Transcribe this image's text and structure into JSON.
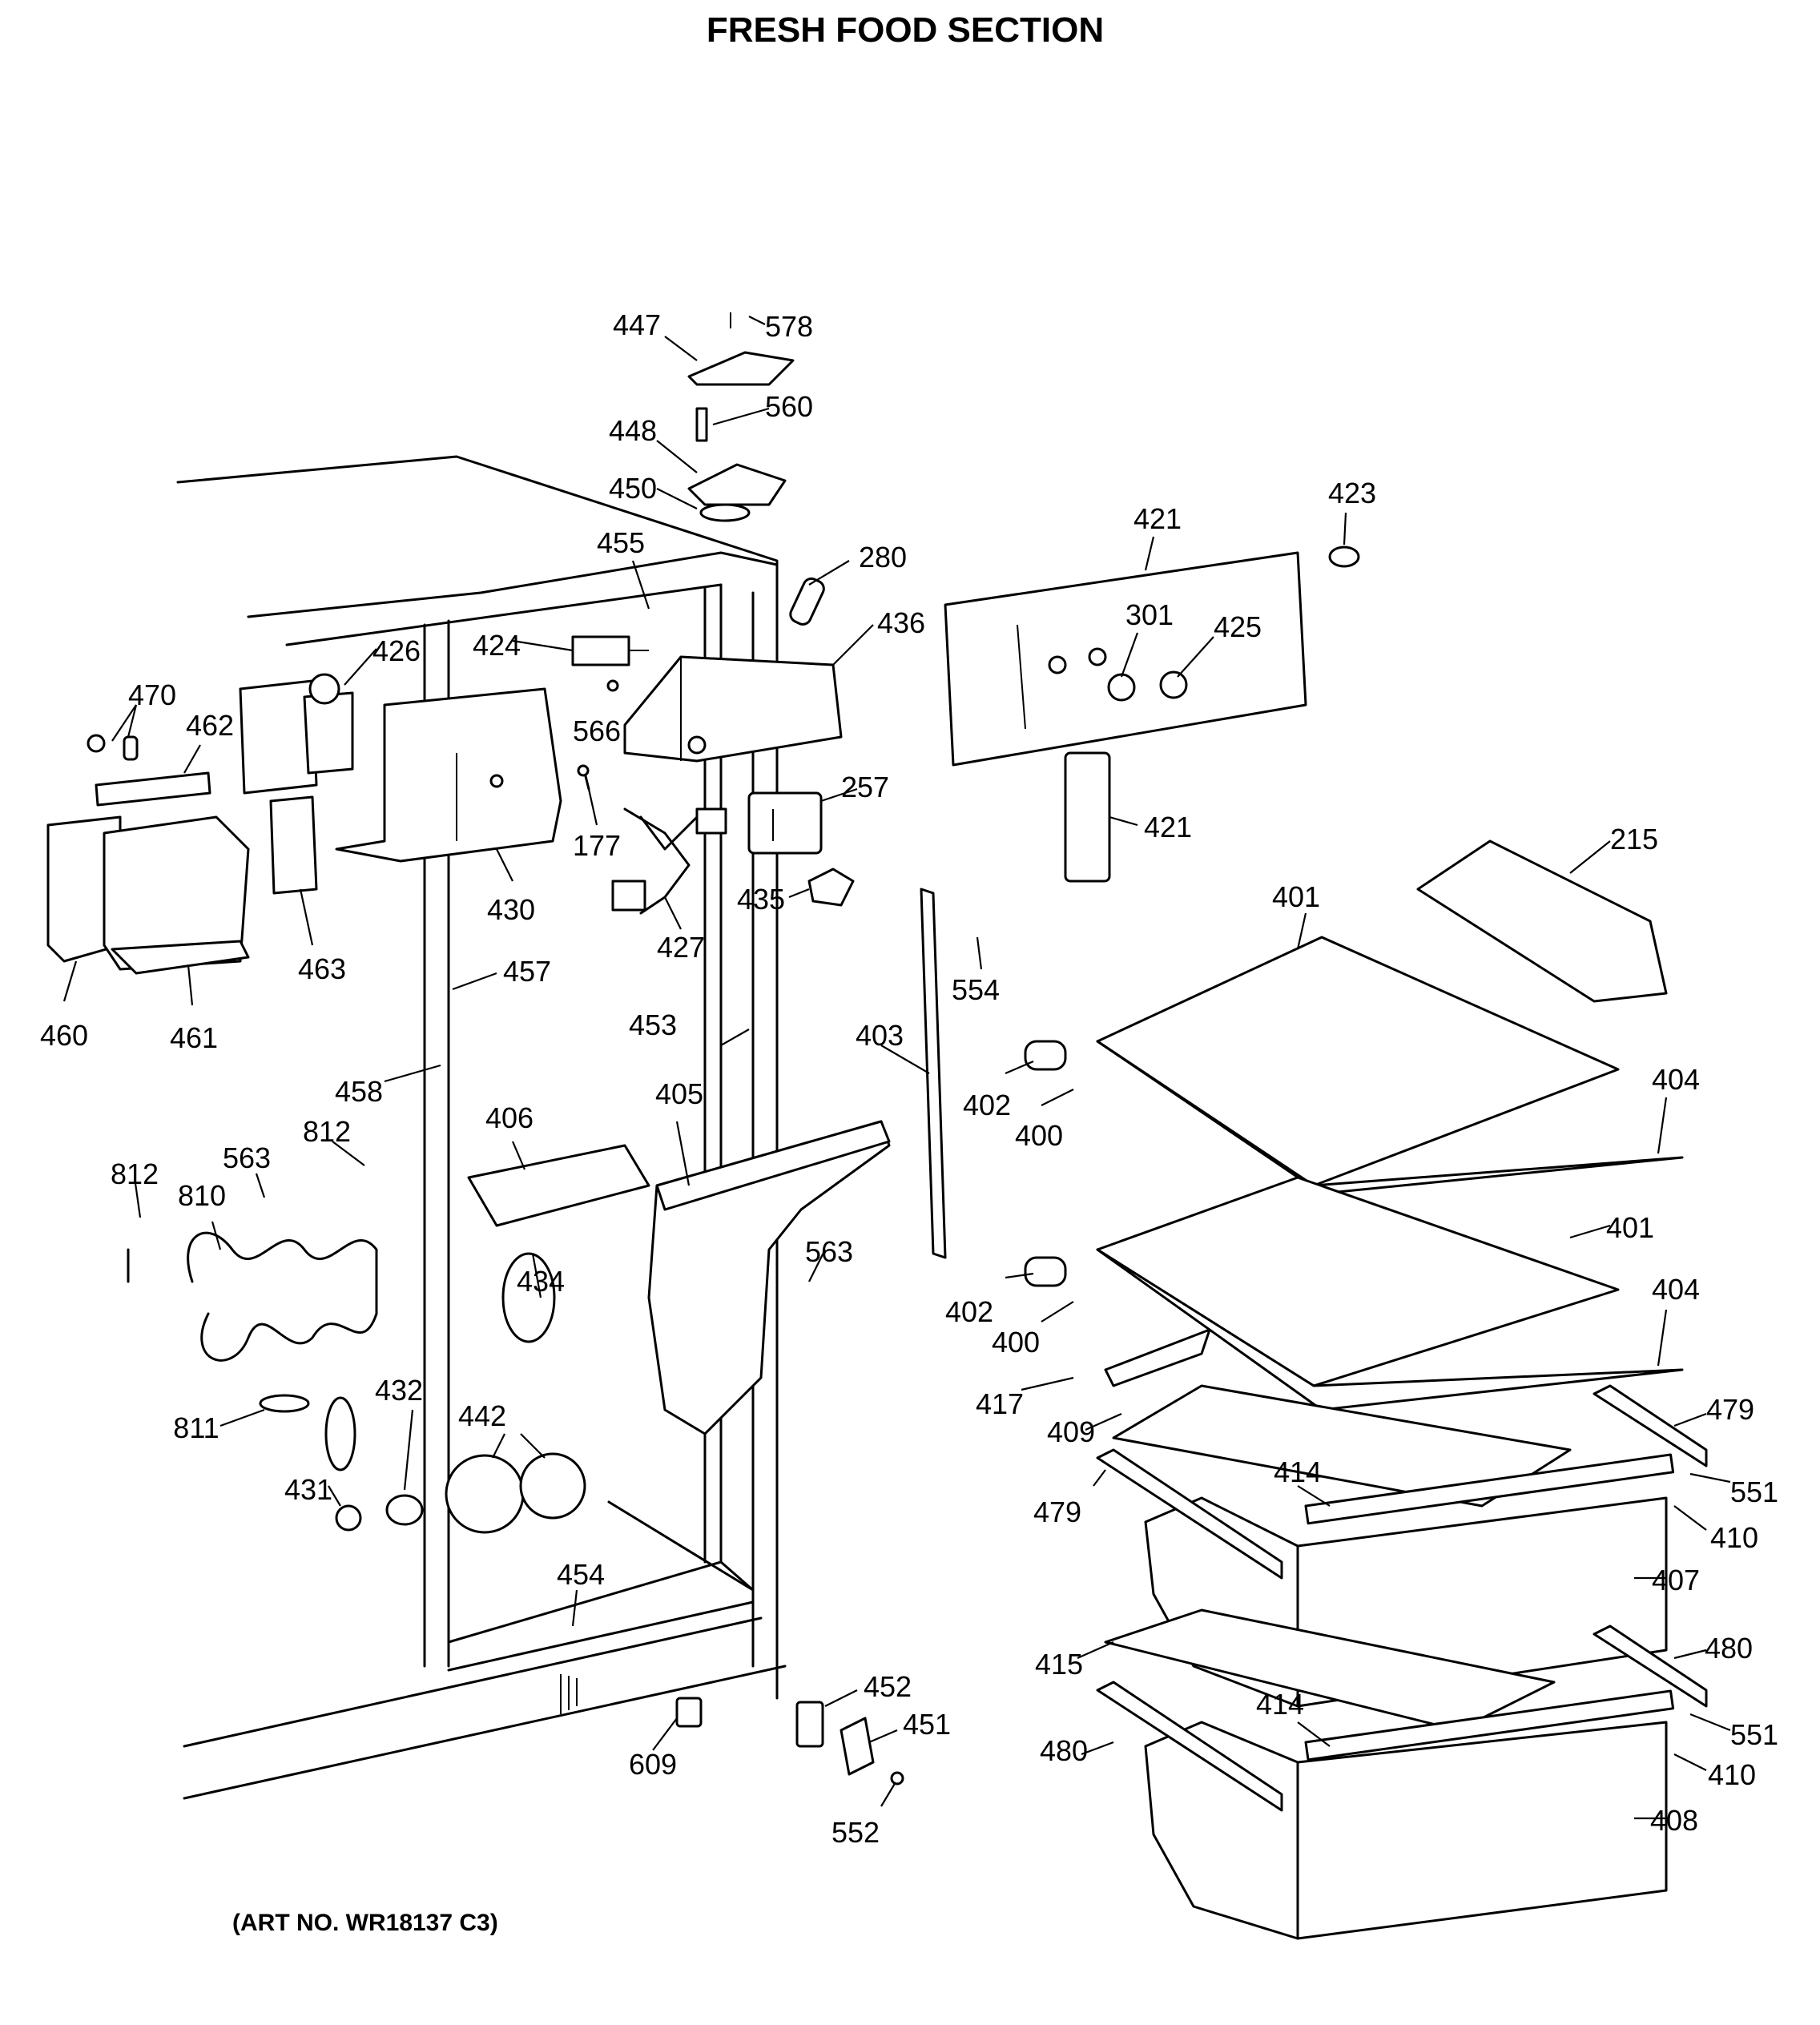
{
  "title": "FRESH FOOD SECTION",
  "art_number": "(ART NO. WR18137 C3)",
  "callouts": [
    "447",
    "578",
    "560",
    "448",
    "450",
    "423",
    "421",
    "455",
    "280",
    "424",
    "426",
    "436",
    "301",
    "425",
    "470",
    "462",
    "566",
    "257",
    "177",
    "430",
    "421",
    "215",
    "427",
    "435",
    "463",
    "460",
    "461",
    "457",
    "401",
    "554",
    "453",
    "403",
    "404",
    "402",
    "400",
    "458",
    "406",
    "405",
    "812",
    "563",
    "810",
    "812",
    "401",
    "434",
    "563",
    "404",
    "402",
    "400",
    "417",
    "432",
    "442",
    "409",
    "479",
    "811",
    "431",
    "414",
    "551",
    "479",
    "410",
    "407",
    "454",
    "415",
    "480",
    "452",
    "414",
    "551",
    "451",
    "609",
    "480",
    "410",
    "408",
    "552"
  ]
}
